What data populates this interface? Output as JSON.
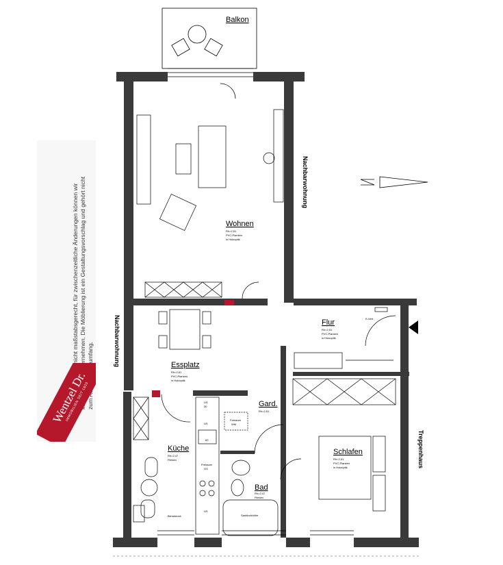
{
  "rooms": {
    "balkon": "Balkon",
    "wohnen": {
      "name": "Wohnen",
      "l1": "Rh=2,51",
      "l2": "PVC-Planken",
      "l3": "in Holzoptik"
    },
    "essplatz": {
      "name": "Essplatz",
      "l1": "Rh=2,51",
      "l2": "PVC-Planken",
      "l3": "in Holzoptik"
    },
    "flur": {
      "name": "Flur",
      "l1": "Rh=2,51",
      "l2": "PVC-Planken",
      "l3": "in Holzoptik"
    },
    "kueche": {
      "name": "Küche",
      "l1": "Rh=2,47",
      "l2": "Fliesen"
    },
    "gard": {
      "name": "Gard.",
      "l1": "Rh=2,51"
    },
    "bad": {
      "name": "Bad",
      "l1": "Rh=2,47",
      "l2": "Fliesen"
    },
    "schlafen": {
      "name": "Schlafen",
      "l1": "Rh=2,51",
      "l2": "PVC-Planken",
      "l3": "in Holzoptik"
    }
  },
  "fixtures": {
    "us30": "US",
    "us30b": "30",
    "us60": "US",
    "us60b": "60",
    "freiraum_gs": "Freiraum",
    "freiraum_gs_b": "GS",
    "freiraum_wm": "Freiraum",
    "freiraum_wm_b": "WM",
    "us": "US",
    "el_vert": "E-Vert",
    "blendstock": "Blendstock",
    "sanblock": "Sanblockhöhe"
  },
  "side_labels": {
    "nachbar_right": "Nachbarwohnung",
    "nachbar_left": "Nachbarwohnung",
    "treppenhaus": "Treppenhaus"
  },
  "disclaimer": "Der Grundriss ist nicht maßstabsgerecht, für zwischenzeitliche Änderungen können wir keine Haftung übernehmen. Die Möblierung ist ein Gestaltungsvorschlag und gehört nicht zum Ausstattungsumfang.",
  "logo": {
    "name": "Wentzel Dr.",
    "sub": "IMMOBILIEN SEIT 1820"
  },
  "colors": {
    "wall": "#3a3a3a",
    "accent": "#b5182b"
  }
}
